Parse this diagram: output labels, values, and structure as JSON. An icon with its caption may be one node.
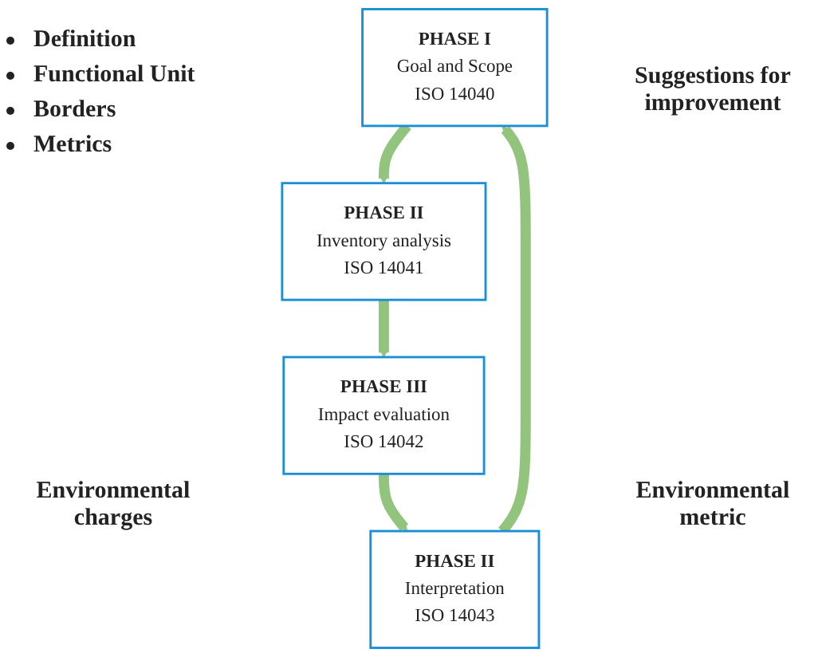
{
  "diagram": {
    "nodes": [
      {
        "text": [
          "PHASE I",
          "Goal and Scope",
          "ISO 14040"
        ]
      },
      {
        "text": [
          "PHASE II",
          "Inventory analysis",
          "ISO 14041"
        ]
      },
      {
        "text": [
          "PHASE III",
          "Impact evaluation",
          "ISO 14042"
        ]
      },
      {
        "text": [
          "PHASE II",
          "Interpretation",
          "ISO 14043"
        ]
      }
    ],
    "edges": [
      {
        "from": 0,
        "to": 1,
        "arrow": "to"
      },
      {
        "from": 1,
        "to": 2,
        "arrow": "to"
      },
      {
        "from": 2,
        "to": 3,
        "arrow": "to"
      },
      {
        "from": 3,
        "to": 0,
        "arrow": "to"
      }
    ],
    "labels": [
      "Definition",
      "Functional Unit",
      "Borders",
      "Metrics",
      "Suggestions for improvement",
      "Environmental charges",
      "Environmental metric"
    ]
  }
}
